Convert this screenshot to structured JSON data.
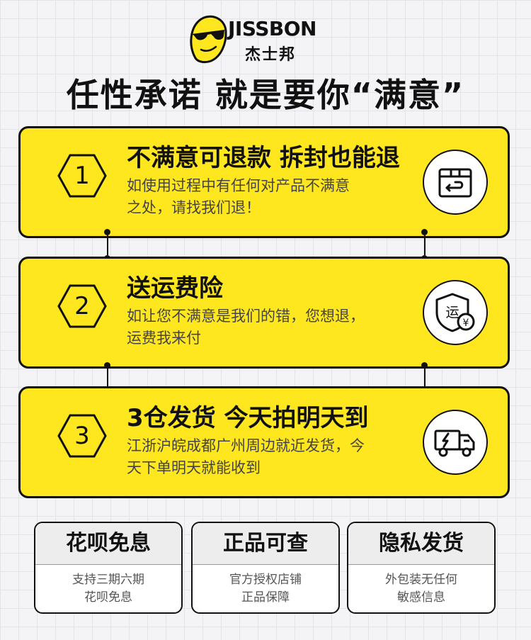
{
  "brand": {
    "name_en": "JISSBON",
    "name_cn": "杰士邦"
  },
  "headline": "任性承诺  就是要你“满意”",
  "colors": {
    "accent": "#ffe71f",
    "outline": "#111111",
    "text_secondary": "#444444"
  },
  "cards": [
    {
      "number": "1",
      "title": "不满意可退款 拆封也能退",
      "desc_line1": "如使用过程中有任何对产品不满意",
      "desc_line2": "之处，请找我们退！",
      "icon": "return-box-icon"
    },
    {
      "number": "2",
      "title": "送运费险",
      "desc_line1": "如让您不满意是我们的错，您想退，",
      "desc_line2": "运费我来付",
      "icon": "shipping-insurance-shield-icon",
      "icon_text": "运",
      "icon_badge": "¥"
    },
    {
      "number": "3",
      "title": "3仓发货  今天拍明天到",
      "desc_line1": "江浙沪皖成都广州周边就近发货，今",
      "desc_line2": "天下单明天就能收到",
      "icon": "delivery-truck-icon"
    }
  ],
  "features": [
    {
      "title": "花呗免息",
      "desc_line1": "支持三期六期",
      "desc_line2": "花呗免息"
    },
    {
      "title": "正品可查",
      "desc_line1": "官方授权店铺",
      "desc_line2": "正品保障"
    },
    {
      "title": "隐私发货",
      "desc_line1": "外包装无任何",
      "desc_line2": "敏感信息"
    }
  ]
}
